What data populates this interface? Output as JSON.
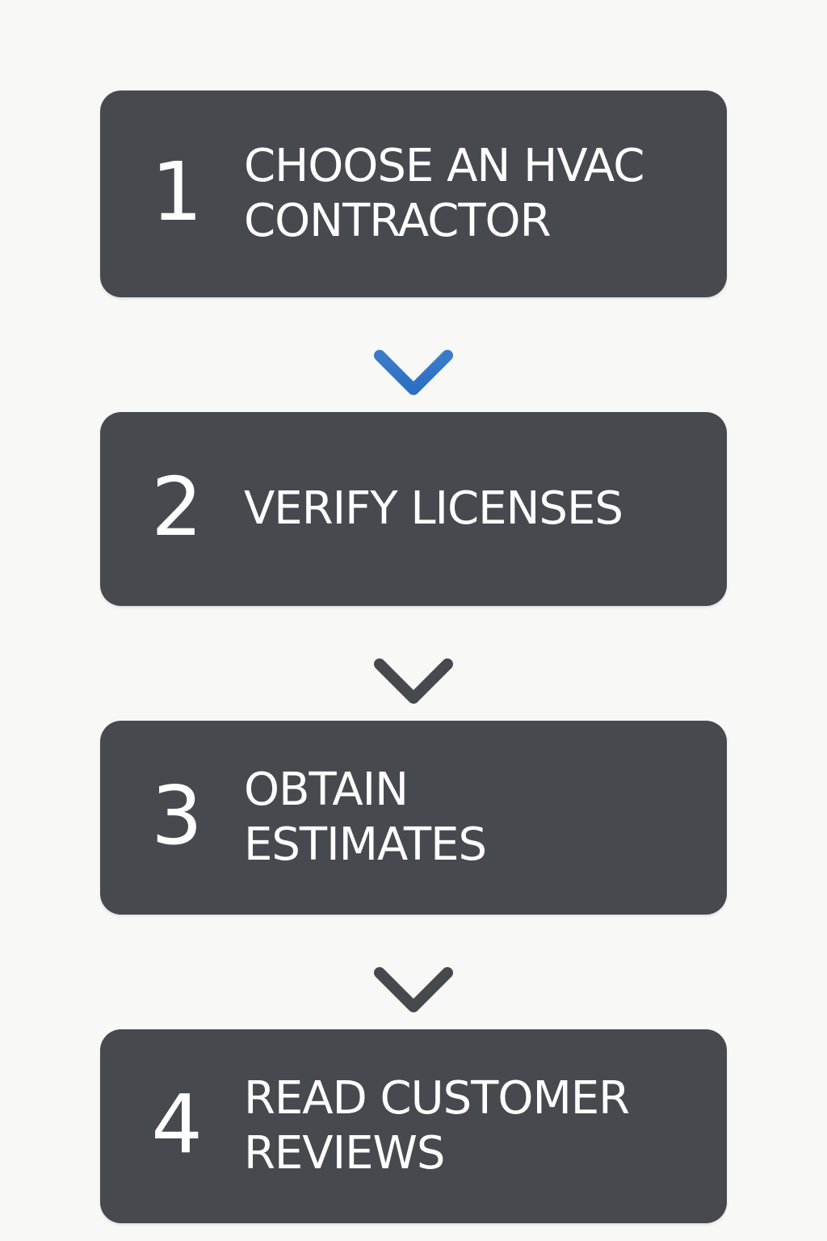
{
  "steps": [
    {
      "number": "1",
      "label": "CHOOSE AN HVAC\nCONTRACTOR"
    },
    {
      "number": "2",
      "label": "VERIFY LICENSES"
    },
    {
      "number": "3",
      "label": "OBTAIN\nESTIMATES"
    },
    {
      "number": "4",
      "label": "READ CUSTOMER\nREVIEWS"
    }
  ],
  "colors": {
    "background": "#f8f8f7",
    "box": "#464a4f",
    "text": "#ffffff",
    "arrow_accent": "#2f72c4",
    "arrow_default": "#464a4f"
  },
  "icons": {
    "arrows": [
      "arrow-down-icon",
      "arrow-down-icon",
      "arrow-down-icon"
    ]
  }
}
